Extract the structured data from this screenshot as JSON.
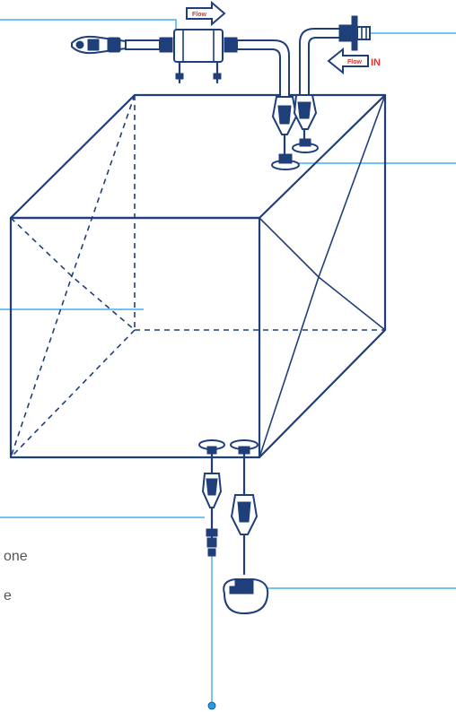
{
  "labels": {
    "flow_top": "Flow",
    "flow_in": "Flow",
    "in_text": "IN",
    "side_text_1": "one",
    "side_text_2": "e"
  },
  "colors": {
    "line": "#1f3f7a",
    "leader": "#1ea0e6",
    "arrow_text": "#d9382b"
  }
}
